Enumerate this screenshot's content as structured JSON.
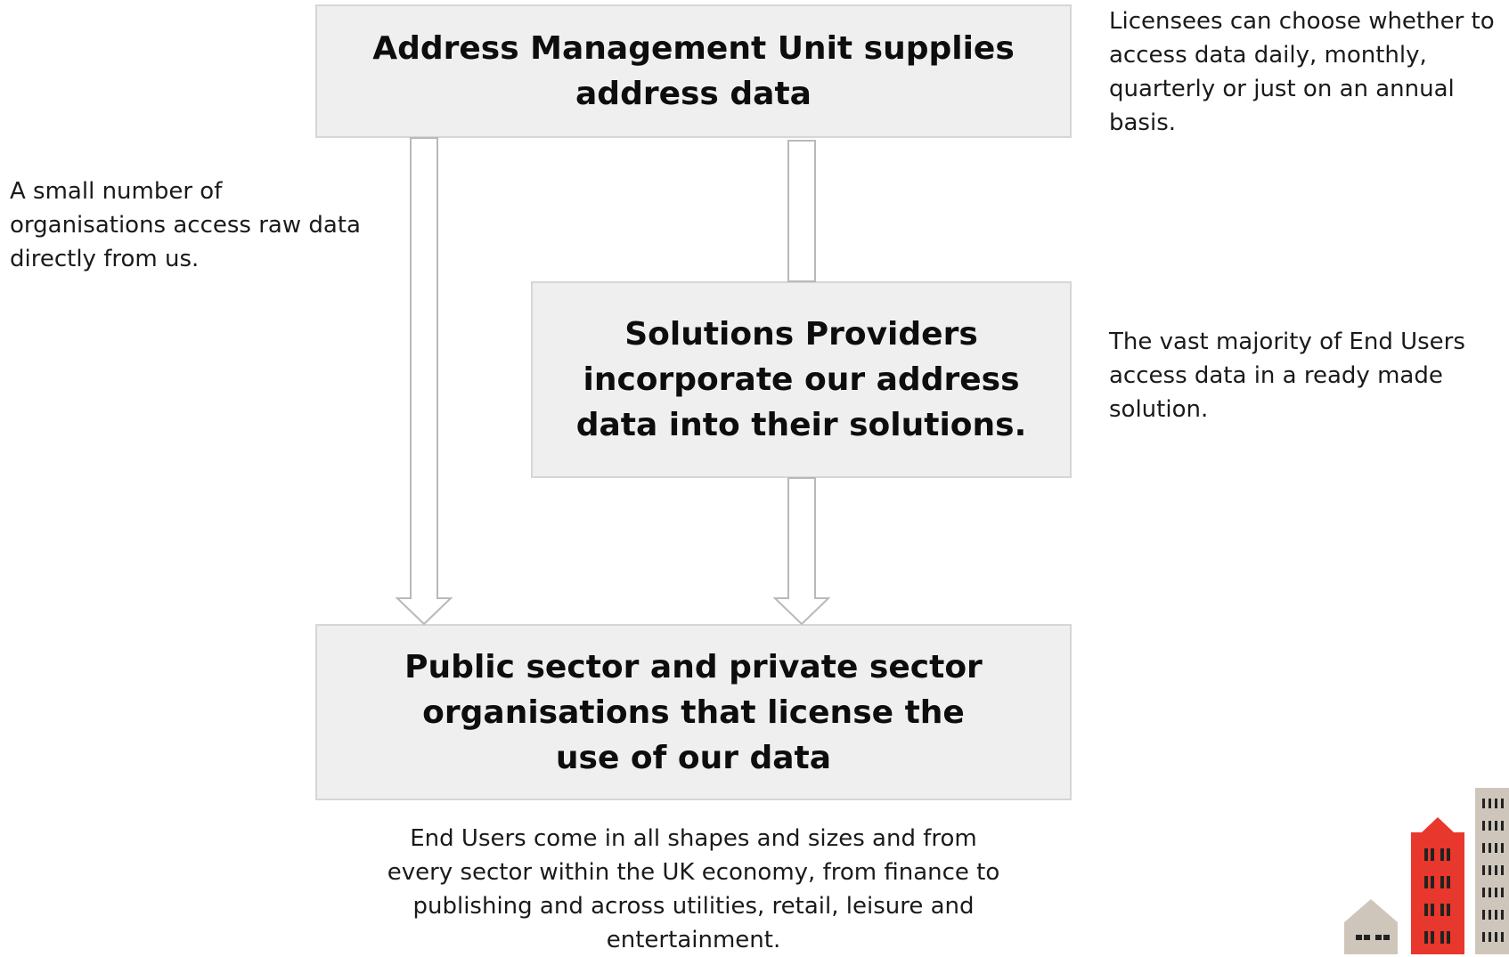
{
  "boxes": {
    "amu": "Address Management Unit supplies\naddress data",
    "providers": "Solutions Providers\nincorporate our address\ndata into their solutions.",
    "end_users": "Public sector and private sector\norganisations that license the\nuse of our data"
  },
  "notes": {
    "licensees": "Licensees can choose whether to\naccess data daily, monthly,\nquarterly or just on an annual\nbasis.",
    "direct": "A small number of\norganisations access raw data\ndirectly from us.",
    "majority": "The vast majority of End Users\naccess data in a ready made\nsolution.",
    "end_users_desc": "End Users come in all shapes and sizes and from\nevery sector within the UK economy, from finance to\npublishing and across utilities, retail, leisure and\nentertainment."
  },
  "colors": {
    "box_fill": "#efefef",
    "box_border": "#d6d6d6",
    "arrow_outline": "#b9b9b9",
    "building_red": "#e8372c",
    "building_beige": "#cfc6bb",
    "building_window": "#222222"
  },
  "icons": [
    "arrow-down-icon",
    "city-buildings-icon"
  ]
}
